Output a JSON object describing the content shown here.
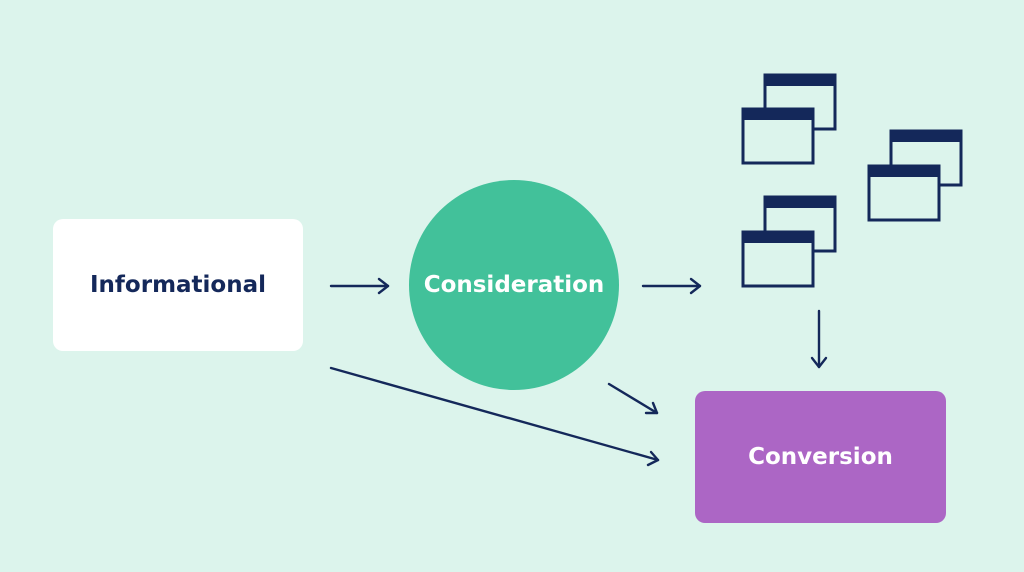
{
  "nodes": {
    "informational": "Informational",
    "consideration": "Consideration",
    "conversion": "Conversion"
  },
  "colors": {
    "background": "#dcf4ec",
    "ink": "#14285a",
    "informational": "#ffffff",
    "consideration": "#42c19a",
    "conversion": "#ac66c5"
  },
  "icons": [
    "browser-windows-icon",
    "arrow-right-icon",
    "arrow-down-icon"
  ]
}
